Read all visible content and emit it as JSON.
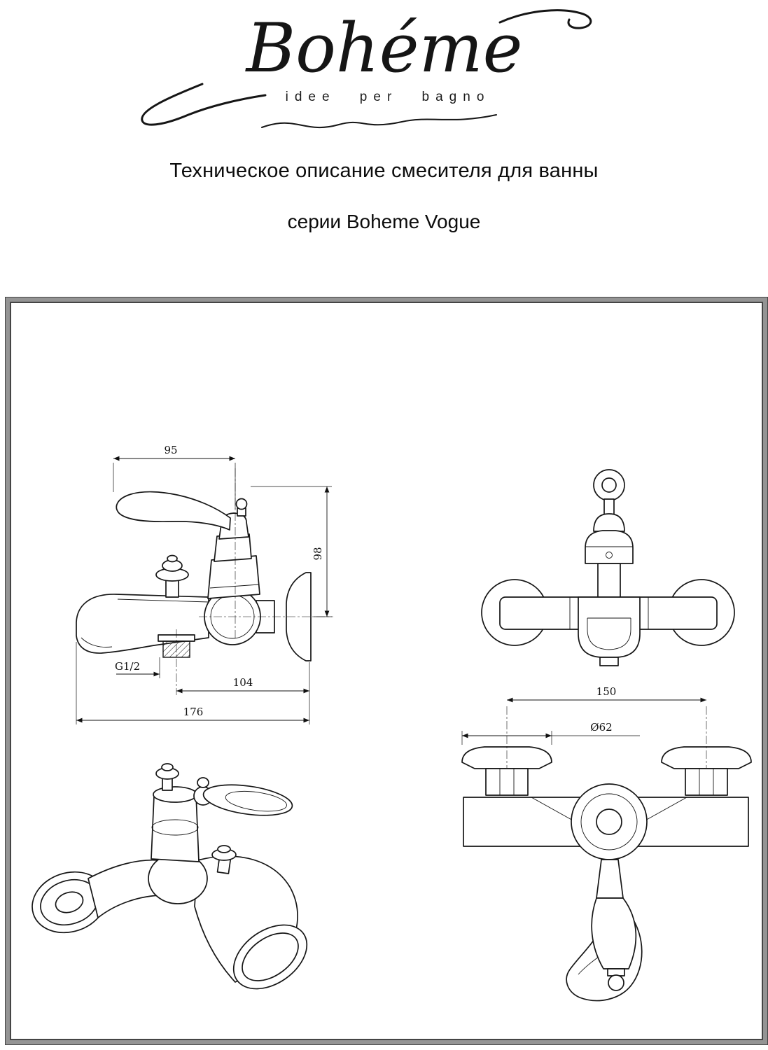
{
  "logo": {
    "brand": "Bohéme",
    "tagline": "idee per bagno"
  },
  "title": {
    "line1": "Техническое описание смесителя для ванны",
    "line2": "серии Boheme Vogue"
  },
  "drawings": {
    "side_view": {
      "dim_top_width": "95",
      "dim_height": "98",
      "thread": "G1/2",
      "dim_spout_to_wall": "104",
      "dim_total_length": "176"
    },
    "front_bottom_view": {
      "dim_centers": "150",
      "dim_flange_diameter": "Ø62"
    }
  },
  "colors": {
    "ink": "#161616",
    "frame_gray": "#949494"
  }
}
